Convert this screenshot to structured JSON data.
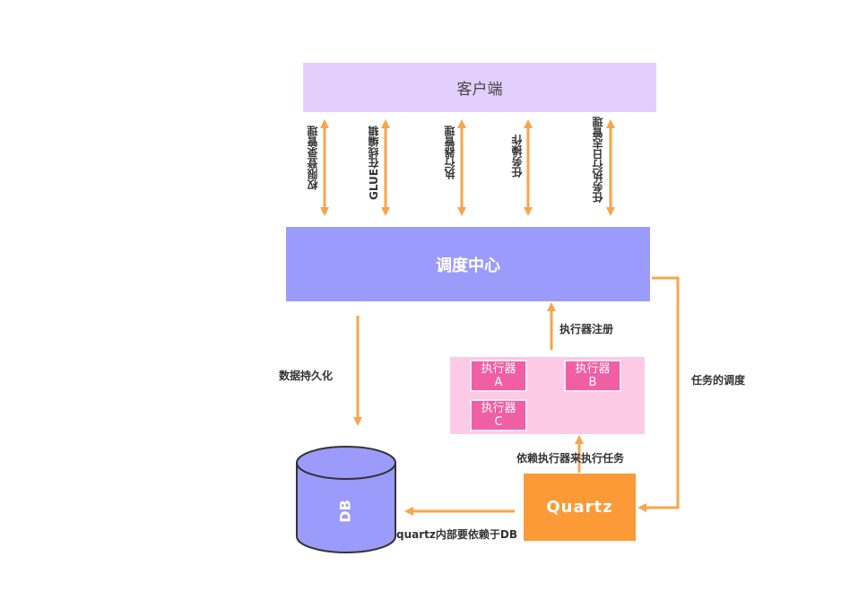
{
  "nodes": {
    "client": "客户端",
    "center": "调度中心",
    "quartz": "Quartz",
    "db": "DB",
    "executors": [
      {
        "name": "执行器",
        "id": "A"
      },
      {
        "name": "执行器",
        "id": "B"
      },
      {
        "name": "执行器",
        "id": "C"
      }
    ]
  },
  "edges": {
    "auth": "权限登录管理",
    "glue": "GLUE在线编辑",
    "executor_mgmt": "执行器管理",
    "task_ops": "任务操作",
    "log_mgmt": "任务执行日志管理",
    "persistence": "数据持久化",
    "register": "执行器注册",
    "schedule": "任务的调度",
    "depend": "依赖执行器来执行任务",
    "quartz_db": "quartz内部要依赖于DB"
  },
  "colors": {
    "arrow": "#f7a54a",
    "client": "#e2cffb",
    "center": "#9b9bfb",
    "executor_area": "#fccae4",
    "executor": "#f05ea3",
    "quartz": "#fb9a36",
    "db_fill": "#9b9bfb",
    "db_stroke": "#333333"
  }
}
